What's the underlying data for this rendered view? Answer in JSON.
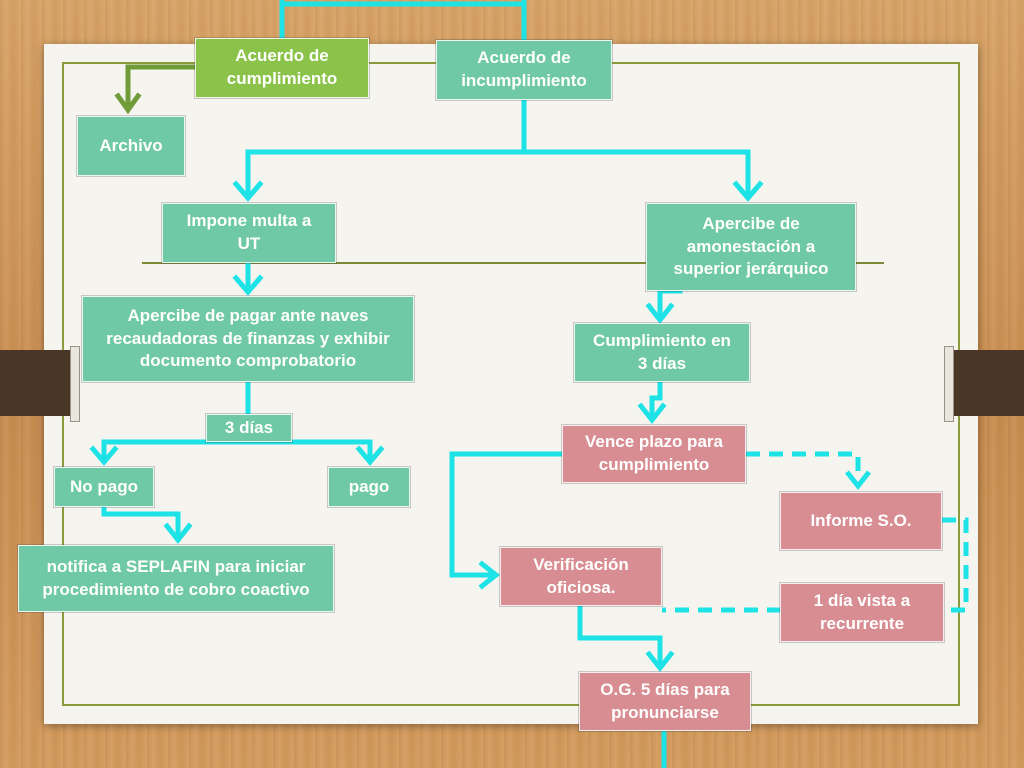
{
  "colors": {
    "connector": "#1de3e6",
    "connector_green": "#6f9c38",
    "teal_box": "#70c9a6",
    "green_box": "#8bc34a",
    "pink_box": "#d88d92"
  },
  "nodes": {
    "acuerdo_cumplimiento": "Acuerdo de\ncumplimiento",
    "acuerdo_incumplimiento": "Acuerdo de\nincumplimiento",
    "archivo": "Archivo",
    "impone_multa": "Impone multa a\nUT",
    "apercibe_amonestacion": "Apercibe de\namonestación a\nsuperior jerárquico",
    "apercibe_pagar": "Apercibe de pagar ante naves\nrecaudadoras de finanzas y exhibir\ndocumento comprobatorio",
    "cumplimiento_3_dias": "Cumplimiento en\n3 días",
    "tres_dias": "3 días",
    "vence_plazo": "Vence plazo para\ncumplimiento",
    "no_pago": "No pago",
    "pago": "pago",
    "informe_so": "Informe S.O.",
    "notifica_seplafin": "notifica a SEPLAFIN para iniciar\nprocedimiento de cobro coactivo",
    "verificacion_oficiosa": "Verificación\noficiosa.",
    "un_dia_vista": "1 día vista a\nrecurrente",
    "og_5_dias": "O.G. 5 días para\npronunciarse"
  }
}
